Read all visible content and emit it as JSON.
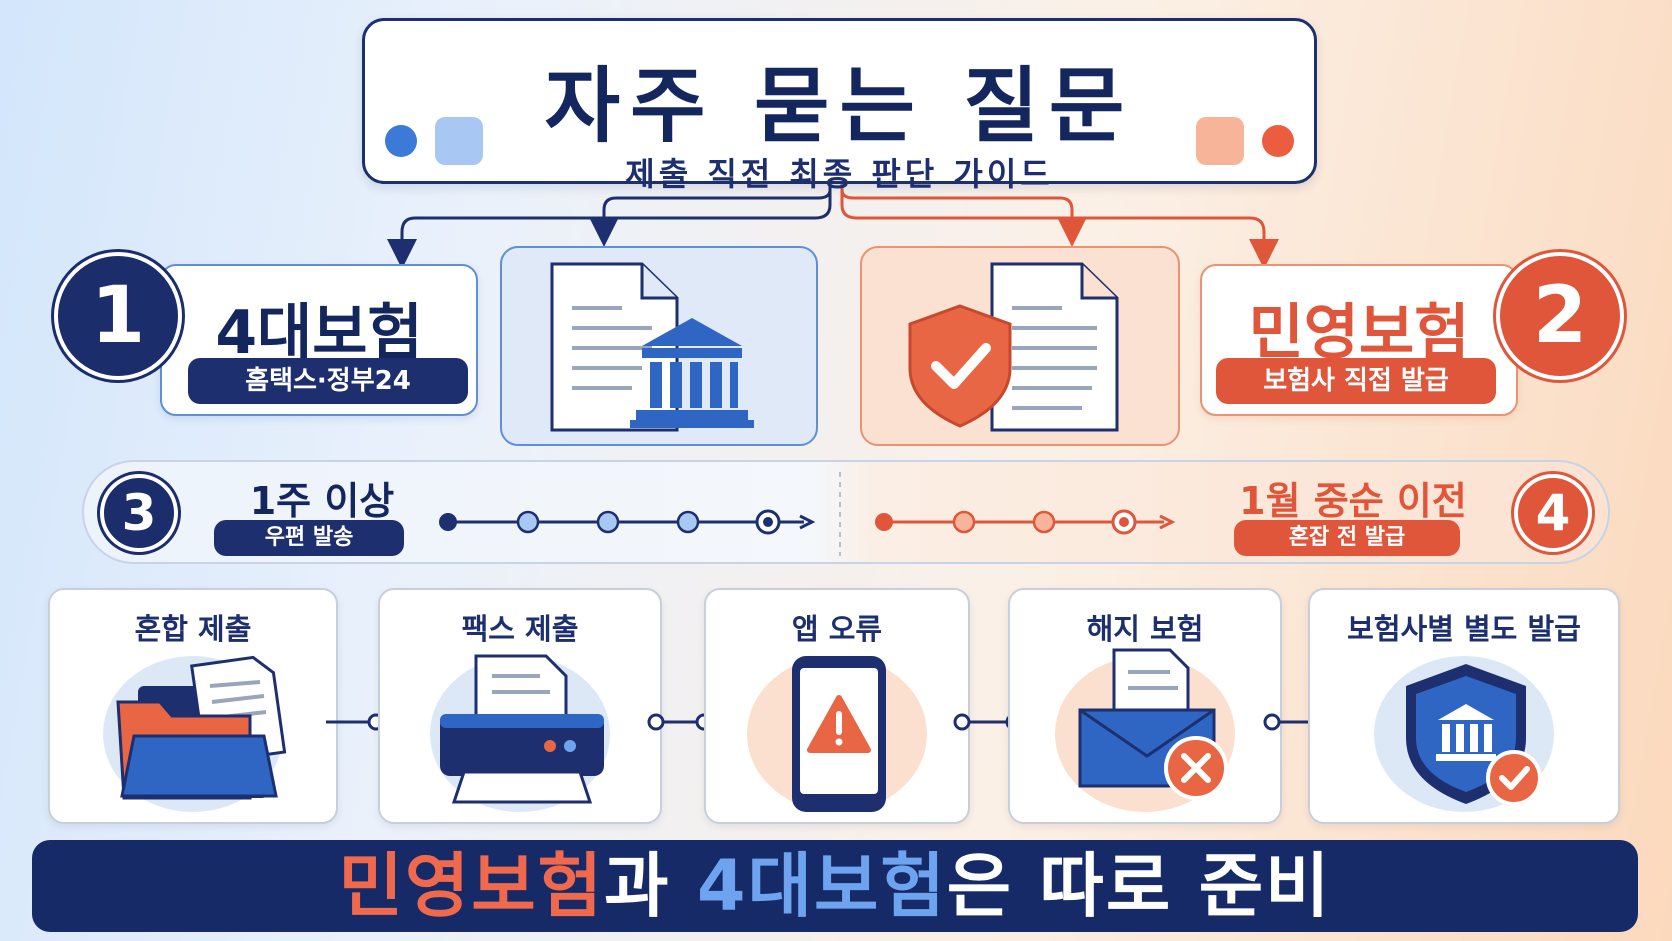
{
  "header": {
    "title": "자주 묻는 질문",
    "subtitle": "제출 직전 최종 판단 가이드"
  },
  "sections": {
    "public": {
      "number": "1",
      "title": "4대보험",
      "subtitle": "홈택스·정부24",
      "color": "#1b2d6b"
    },
    "private": {
      "number": "2",
      "title": "민영보험",
      "subtitle": "보험사 직접 발급",
      "color": "#e0563a"
    }
  },
  "timeline": {
    "left": {
      "number": "3",
      "title": "1주 이상",
      "subtitle": "우편 발송"
    },
    "right": {
      "number": "4",
      "title": "1월 중순 이전",
      "subtitle": "혼잡 전 발급"
    }
  },
  "cases": [
    {
      "label": "혼합 제출",
      "icon": "folder-icon",
      "tone": "blue"
    },
    {
      "label": "팩스 제출",
      "icon": "fax-printer-icon",
      "tone": "blue"
    },
    {
      "label": "앱 오류",
      "icon": "phone-warning-icon",
      "tone": "orange"
    },
    {
      "label": "해지 보험",
      "icon": "envelope-cancel-icon",
      "tone": "orange"
    },
    {
      "label": "보험사별 별도 발급",
      "icon": "shield-bank-icon",
      "tone": "blue"
    }
  ],
  "banner": {
    "part1": "민영보험",
    "part2": "과 ",
    "part3": "4대보험",
    "part4": "은 따로 준비"
  },
  "colors": {
    "navy": "#1b2d6b",
    "accent_orange": "#e0563a",
    "light_blue": "#6ea3ef"
  }
}
